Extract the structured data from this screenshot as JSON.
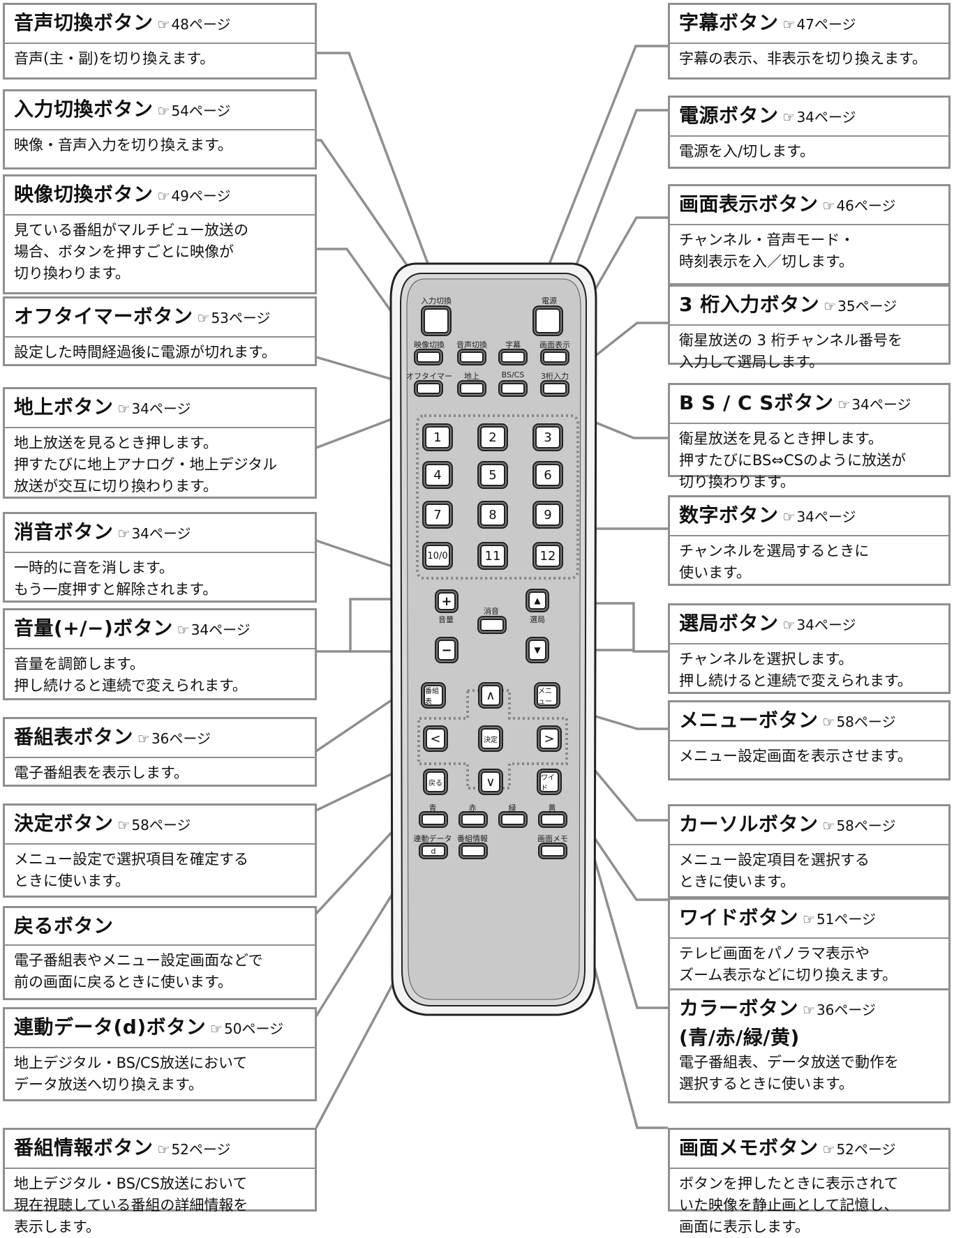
{
  "ref_icon": "pointing-hand-icon",
  "callouts_left": [
    {
      "id": "audio-switch",
      "title": "音声切換ボタン",
      "ref": "48ページ",
      "desc": "音声(主・副)を切り換えます。"
    },
    {
      "id": "input-switch",
      "title": "入力切換ボタン",
      "ref": "54ページ",
      "desc": "映像・音声入力を切り換えます。"
    },
    {
      "id": "video-switch",
      "title": "映像切換ボタン",
      "ref": "49ページ",
      "desc": "見ている番組がマルチビュー放送の\n場合、ボタンを押すごとに映像が\n切り換わります。"
    },
    {
      "id": "off-timer",
      "title": "オフタイマーボタン",
      "ref": "53ページ",
      "desc": "設定した時間経過後に電源が切れます。"
    },
    {
      "id": "terrestrial",
      "title": "地上ボタン",
      "ref": "34ページ",
      "desc": "地上放送を見るとき押します。\n押すたびに地上アナログ・地上デジタル\n放送が交互に切り換わります。"
    },
    {
      "id": "mute",
      "title": "消音ボタン",
      "ref": "34ページ",
      "desc": "一時的に音を消します。\nもう一度押すと解除されます。"
    },
    {
      "id": "volume",
      "title": "音量(+/−)ボタン",
      "ref": "34ページ",
      "desc": "音量を調節します。\n押し続けると連続で変えられます。"
    },
    {
      "id": "guide",
      "title": "番組表ボタン",
      "ref": "36ページ",
      "desc": "電子番組表を表示します。"
    },
    {
      "id": "enter",
      "title": "決定ボタン",
      "ref": "58ページ",
      "desc": "メニュー設定で選択項目を確定する\nときに使います。"
    },
    {
      "id": "back",
      "title": "戻るボタン",
      "ref": "",
      "desc": "電子番組表やメニュー設定画面などで\n前の画面に戻るときに使います。"
    },
    {
      "id": "data",
      "title": "連動データ(d)ボタン",
      "ref": "50ページ",
      "desc": "地上デジタル・BS/CS放送において\nデータ放送へ切り換えます。"
    },
    {
      "id": "program-info",
      "title": "番組情報ボタン",
      "ref": "52ページ",
      "desc": "地上デジタル・BS/CS放送において\n現在視聴している番組の詳細情報を\n表示します。"
    }
  ],
  "callouts_right": [
    {
      "id": "subtitle",
      "title": "字幕ボタン",
      "ref": "47ページ",
      "desc": "字幕の表示、非表示を切り換えます。"
    },
    {
      "id": "power",
      "title": "電源ボタン",
      "ref": "34ページ",
      "desc": "電源を入/切します。"
    },
    {
      "id": "display",
      "title": "画面表示ボタン",
      "ref": "46ページ",
      "desc": "チャンネル・音声モード・\n時刻表示を入／切します。"
    },
    {
      "id": "3digit",
      "title": "3 桁入力ボタン",
      "ref": "35ページ",
      "desc": "衛星放送の 3 桁チャンネル番号を\n入力して選局します。"
    },
    {
      "id": "bscs",
      "title": "B S / C Sボタン",
      "ref": "34ページ",
      "desc": "衛星放送を見るとき押します。\n押すたびにBS⇔CSのように放送が\n切り換わります。"
    },
    {
      "id": "number",
      "title": "数字ボタン",
      "ref": "34ページ",
      "desc": "チャンネルを選局するときに\n使います。"
    },
    {
      "id": "channel",
      "title": "選局ボタン",
      "ref": "34ページ",
      "desc": "チャンネルを選択します。\n押し続けると連続で変えられます。"
    },
    {
      "id": "menu",
      "title": "メニューボタン",
      "ref": "58ページ",
      "desc": "メニュー設定画面を表示させます。"
    },
    {
      "id": "cursor",
      "title": "カーソルボタン",
      "ref": "58ページ",
      "desc": "メニュー設定項目を選択する\nときに使います。"
    },
    {
      "id": "wide",
      "title": "ワイドボタン",
      "ref": "51ページ",
      "desc": "テレビ画面をパノラマ表示や\nズーム表示などに切り換えます。"
    },
    {
      "id": "color",
      "title": "カラーボタン",
      "subtitle": "(青/赤/緑/黄)",
      "ref": "36ページ",
      "desc": "電子番組表、データ放送で動作を\n選択するときに使います。"
    },
    {
      "id": "memo",
      "title": "画面メモボタン",
      "ref": "52ページ",
      "desc": "ボタンを押したときに表示されて\nいた映像を静止画として記憶し、\n画面に表示します。"
    }
  ],
  "remote": {
    "labels": {
      "input": "入力切換",
      "power": "電源",
      "video": "映像切換",
      "audio": "音声切換",
      "subtitle": "字幕",
      "display": "画面表示",
      "offtimer": "オフタイマー",
      "terrestrial": "地上",
      "bscs": "BS/CS",
      "threedigit": "3桁入力",
      "mute": "消音",
      "volume": "音量",
      "channel": "選局",
      "blue": "青",
      "red": "赤",
      "green": "緑",
      "yellow": "黄",
      "data": "連動データ",
      "info": "番組情報",
      "memo": "画面メモ"
    },
    "numbers": [
      "1",
      "2",
      "3",
      "4",
      "5",
      "6",
      "7",
      "8",
      "9",
      "10/0",
      "11",
      "12"
    ],
    "keys": {
      "plus": "+",
      "minus": "−",
      "up": "▲",
      "down": "▼",
      "guide": "番組表",
      "menu": "メニュー",
      "cur_up": "∧",
      "cur_left": "<",
      "enter": "決定",
      "cur_right": ">",
      "back": "戻る",
      "cur_down": "∨",
      "wide": "ワイド",
      "data": "d"
    }
  }
}
